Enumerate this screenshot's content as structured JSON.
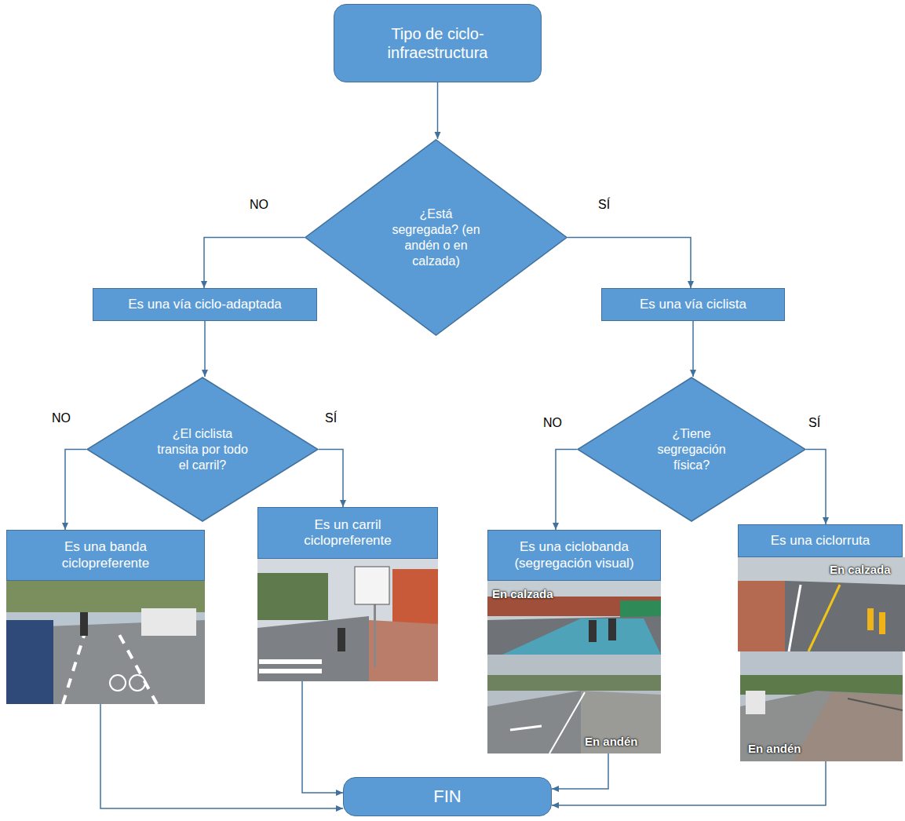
{
  "diagram": {
    "nodes": [
      {
        "text": [
          "Tipo de ciclo-infraestructura"
        ]
      },
      {
        "text": [
          "¿Está segregada? (en andén o en calzada)"
        ]
      },
      {
        "text": [
          "Es una vía ciclo-adaptada"
        ]
      },
      {
        "text": [
          "Es una vía ciclista"
        ]
      },
      {
        "text": [
          "¿El ciclista transita por todo el carril?"
        ]
      },
      {
        "text": [
          "¿Tiene segregación física?"
        ]
      },
      {
        "text": [
          "Es una banda ciclopreferente"
        ]
      },
      {
        "text": [
          "Es un carril ciclopreferente"
        ]
      },
      {
        "text": [
          "Es una ciclobanda (segregación visual)"
        ]
      },
      {
        "text": [
          "Es una ciclorruta"
        ]
      },
      {
        "text": [
          "FIN"
        ]
      }
    ],
    "edges": [
      {
        "from": 0,
        "to": 1,
        "arrow": "to"
      },
      {
        "from": 1,
        "to": 2,
        "label": "NO",
        "arrow": "to"
      },
      {
        "from": 1,
        "to": 3,
        "label": "SÍ",
        "arrow": "to"
      },
      {
        "from": 2,
        "to": 4,
        "arrow": "to"
      },
      {
        "from": 3,
        "to": 5,
        "arrow": "to"
      },
      {
        "from": 4,
        "to": 6,
        "label": "NO",
        "arrow": "to"
      },
      {
        "from": 4,
        "to": 7,
        "label": "SÍ",
        "arrow": "to"
      },
      {
        "from": 5,
        "to": 8,
        "label": "NO",
        "arrow": "to"
      },
      {
        "from": 5,
        "to": 9,
        "label": "SÍ",
        "arrow": "to"
      },
      {
        "from": 6,
        "to": 10,
        "arrow": "to"
      },
      {
        "from": 7,
        "to": 10,
        "arrow": "to"
      },
      {
        "from": 8,
        "to": 10,
        "arrow": "to"
      },
      {
        "from": 9,
        "to": 10,
        "arrow": "to"
      }
    ],
    "labels": [
      "En calzada",
      "En andén",
      "En calzada",
      "En andén"
    ]
  }
}
